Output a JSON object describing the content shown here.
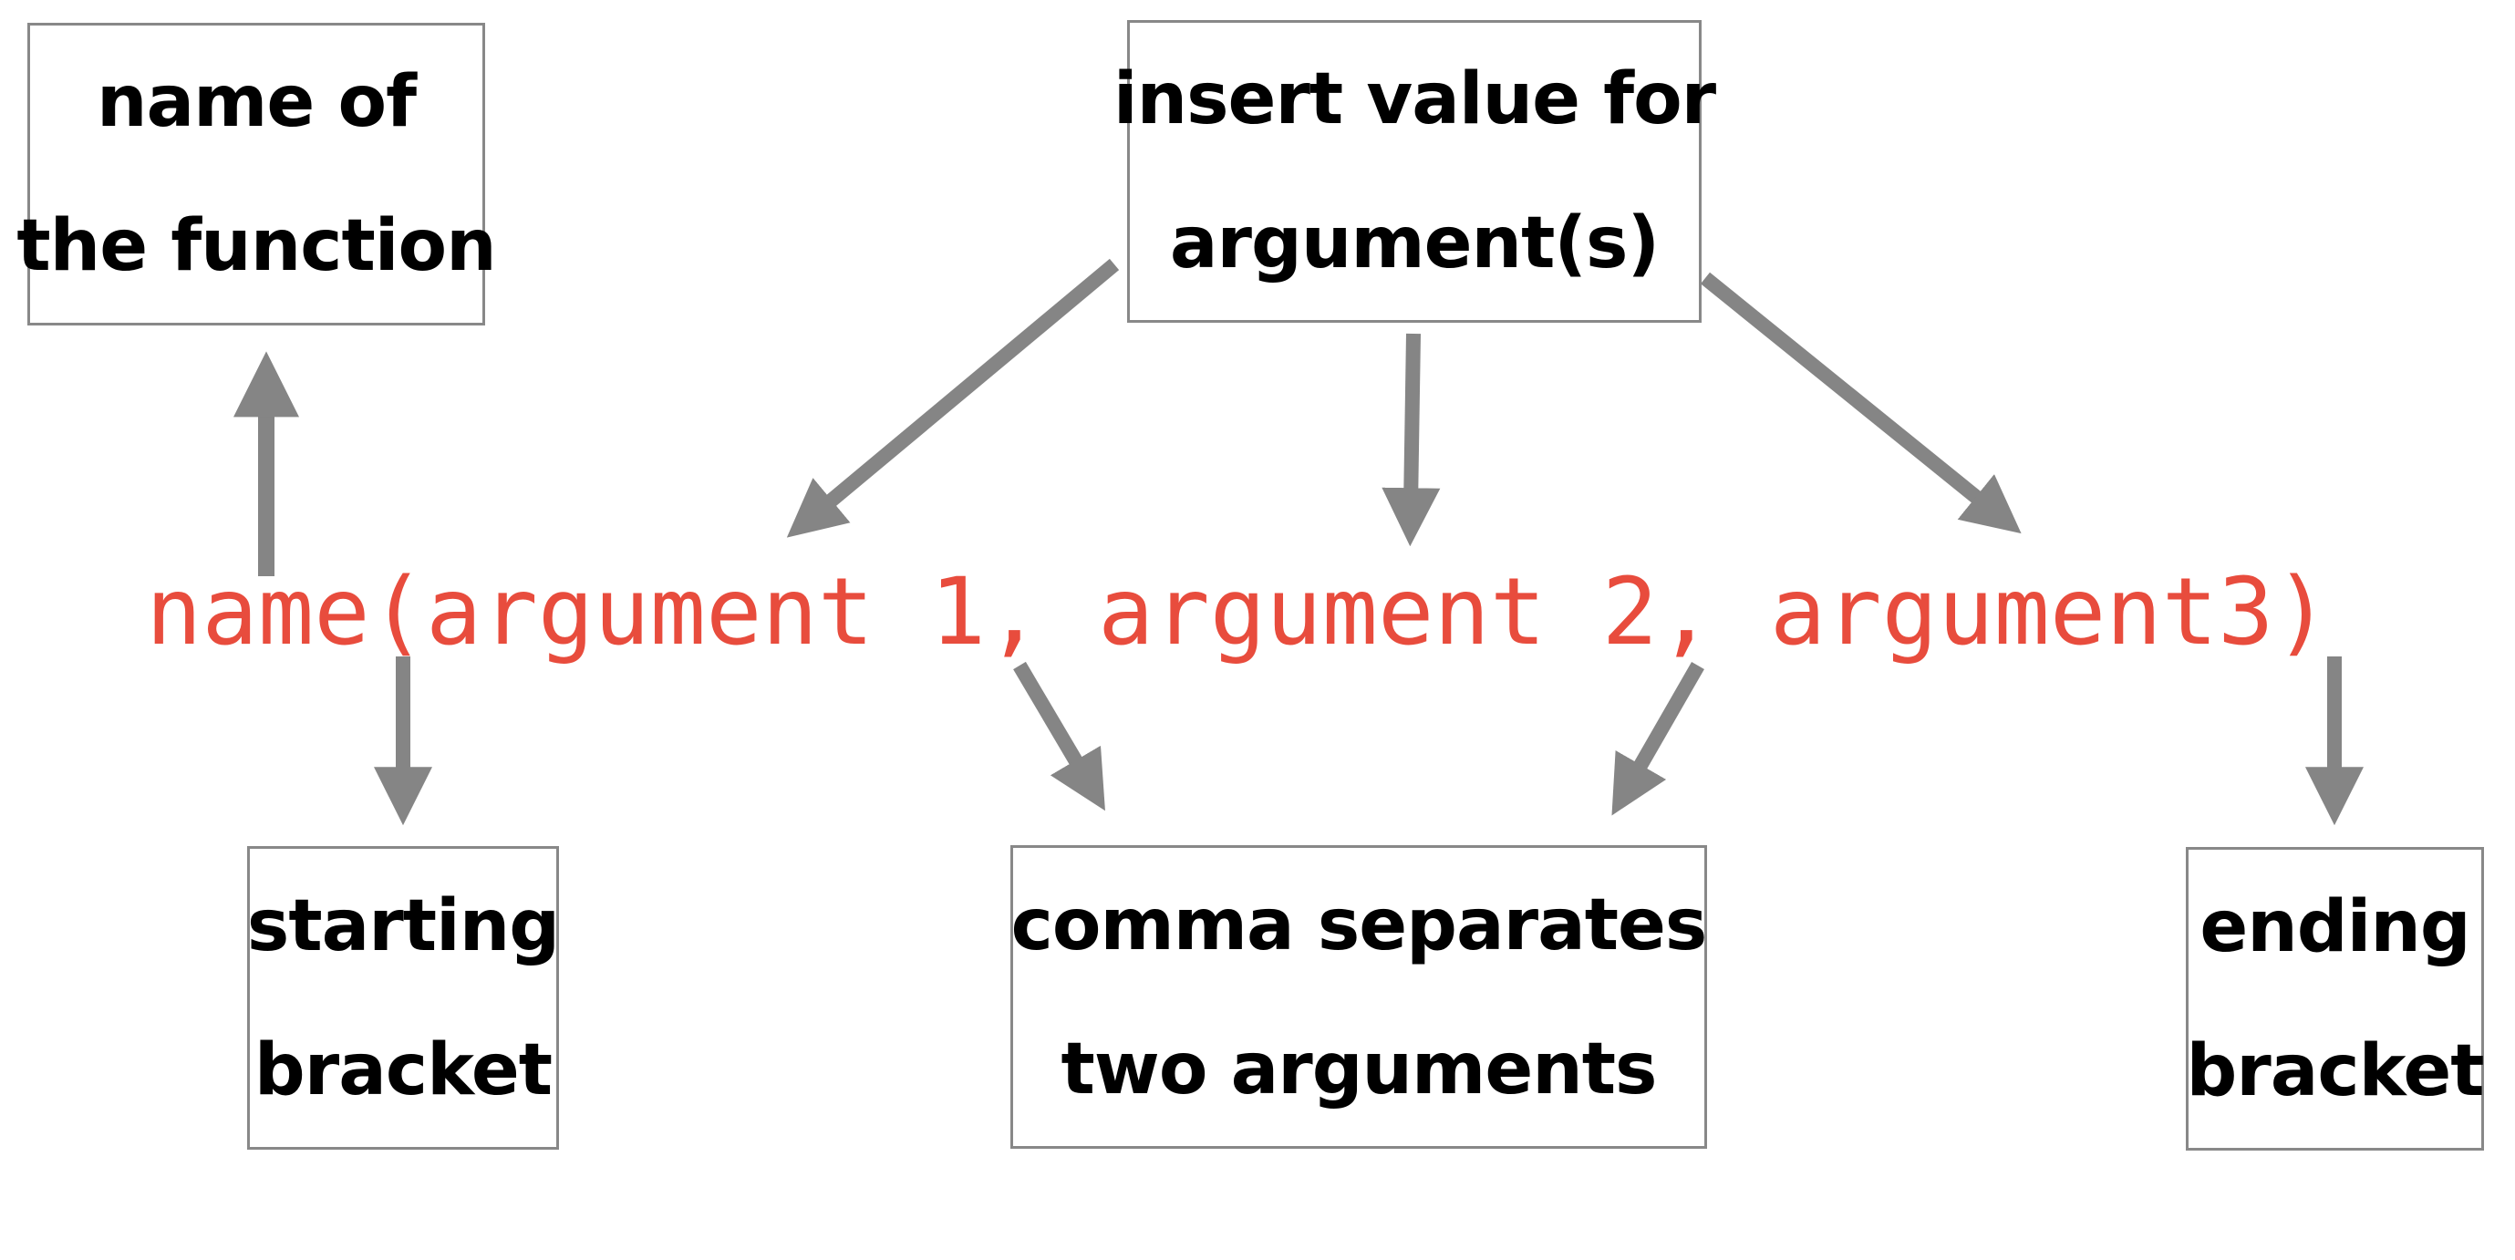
{
  "code": {
    "text": "name(argument 1, argument 2, argument3)",
    "color": "#e84c3d"
  },
  "labels": {
    "name_of_function": [
      "name of",
      "the function"
    ],
    "insert_value": [
      "insert value for",
      "argument(s)"
    ],
    "starting_bracket": [
      "starting",
      "bracket"
    ],
    "comma_separates": [
      "comma separates",
      "two arguments"
    ],
    "ending_bracket": [
      "ending",
      "bracket"
    ]
  },
  "colors": {
    "arrow": "#858585",
    "box_border": "#888888",
    "text": "#000000"
  }
}
